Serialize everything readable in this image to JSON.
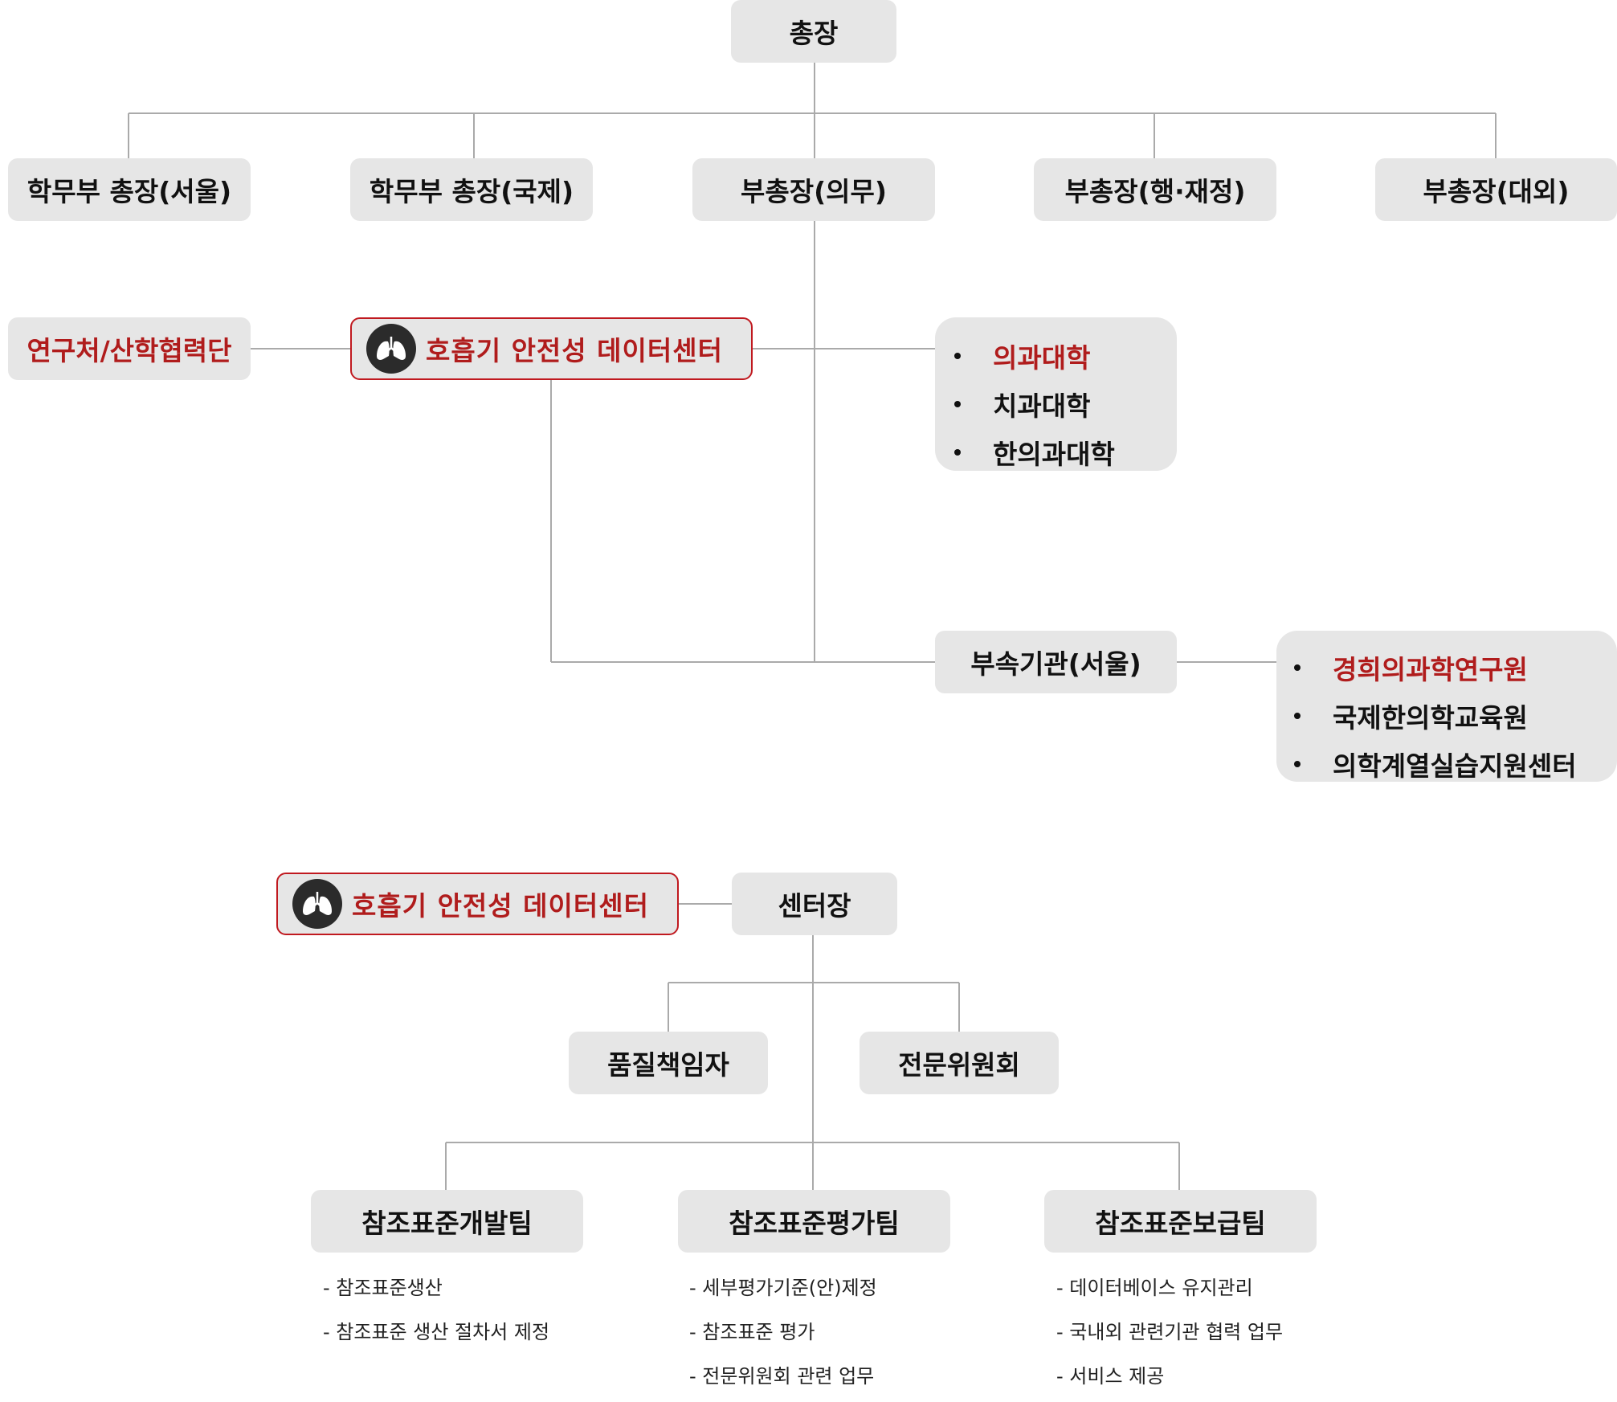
{
  "top": {
    "president": "총장",
    "vice_presidents": [
      "학무부 총장(서울)",
      "학무부 총장(국제)",
      "부총장(의무)",
      "부총장(행·재정)",
      "부총장(대외)"
    ]
  },
  "research_office": "연구처/산학협력단",
  "center_name": "호흡기 안전성 데이터센터",
  "colleges": [
    "의과대학",
    "치과대학",
    "한의과대학"
  ],
  "affiliated": {
    "label": "부속기관(서울)",
    "items": [
      "경희의과학연구원",
      "국제한의학교육원",
      "의학계열실습지원센터"
    ]
  },
  "center_org": {
    "center_name": "호흡기 안전성 데이터센터",
    "director": "센터장",
    "quality_manager": "품질책임자",
    "committee": "전문위원회",
    "teams": [
      {
        "name": "참조표준개발팀",
        "tasks": [
          "- 참조표준생산",
          "- 참조표준 생산 절차서 제정"
        ]
      },
      {
        "name": "참조표준평가팀",
        "tasks": [
          "- 세부평가기준(안)제정",
          "- 참조표준 평가",
          "- 전문위원회 관련 업무"
        ]
      },
      {
        "name": "참조표준보급팀",
        "tasks": [
          "- 데이터베이스 유지관리",
          "- 국내외 관련기관 협력 업무",
          "- 서비스 제공"
        ]
      }
    ]
  },
  "colors": {
    "accent_red": "#b01c1c",
    "box_gray": "#e6e6e6",
    "line_gray": "#aaaaaa",
    "icon_dark": "#2b2b2b"
  },
  "icons": [
    "lungs-icon"
  ]
}
